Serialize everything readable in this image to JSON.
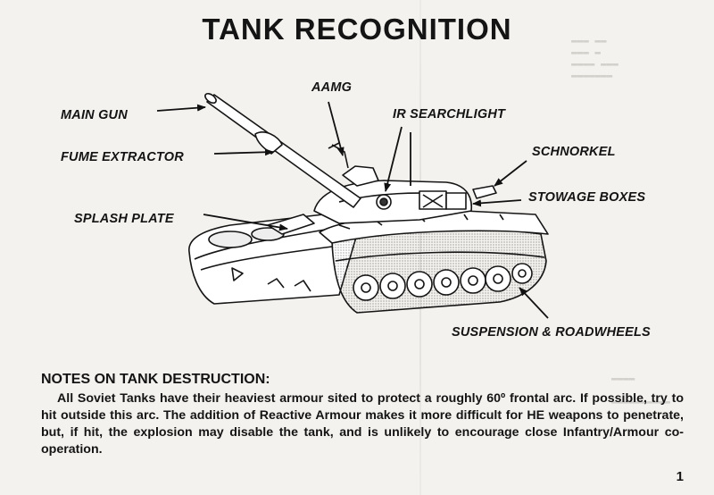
{
  "title": "TANK RECOGNITION",
  "labels": {
    "aamg": "AAMG",
    "main_gun": "MAIN GUN",
    "ir_searchlight": "IR SEARCHLIGHT",
    "fume_extractor": "FUME EXTRACTOR",
    "schnorkel": "SCHNORKEL",
    "stowage_boxes": "STOWAGE BOXES",
    "splash_plate": "SPLASH PLATE",
    "suspension": "SUSPENSION & ROADWHEELS"
  },
  "notes": {
    "heading": "NOTES ON TANK DESTRUCTION:",
    "body": "All Soviet Tanks have their heaviest armour sited to protect a roughly 60º frontal arc. If possible, try to hit outside this arc. The addition of Reactive Armour makes it more difficult for HE weapons to penetrate, but, if hit, the explosion may disable the tank, and is unlikely to encourage close Infantry/Armour co-operation."
  },
  "page_number": "1"
}
